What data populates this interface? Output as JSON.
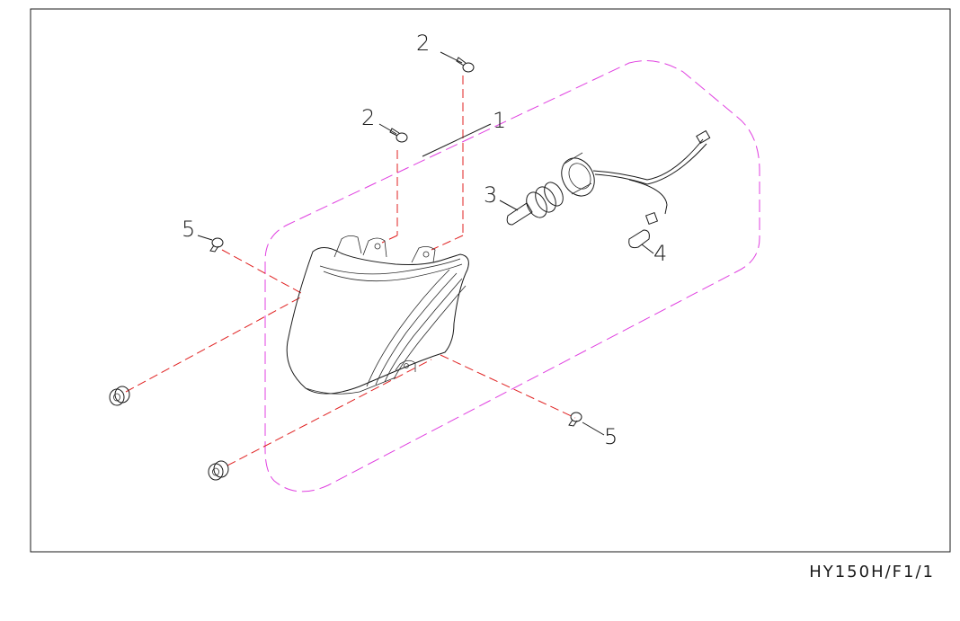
{
  "diagram": {
    "callouts": {
      "part_1": "1",
      "part_2_top": "2",
      "part_2_mid": "2",
      "part_3": "3",
      "part_4": "4",
      "part_5_left": "5",
      "part_5_right": "5"
    },
    "drawing_code": "HY150H/F1/1",
    "colors": {
      "line": "#1a1a1a",
      "assembly_boundary": "#e040e0",
      "centerline": "#e02020"
    }
  }
}
